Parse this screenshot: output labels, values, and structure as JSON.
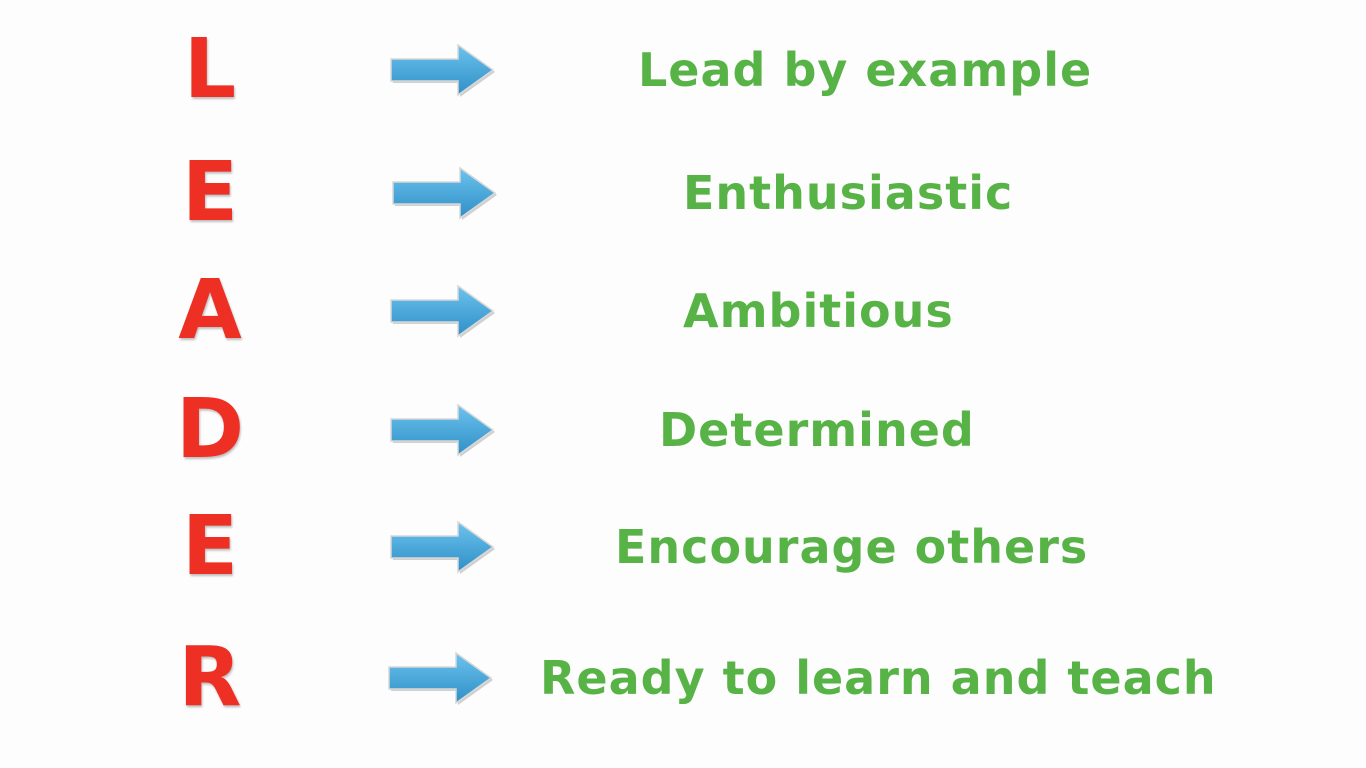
{
  "colors": {
    "letter": "#ee2f24",
    "phrase": "#58b347",
    "arrow_top": "#5ab8e6",
    "arrow_bottom": "#2f8fc6"
  },
  "acrostic": [
    {
      "letter": "L",
      "phrase": "Lead by  example",
      "arrow_icon": "right-arrow-icon"
    },
    {
      "letter": "E",
      "phrase": "Enthusiastic",
      "arrow_icon": "right-arrow-icon"
    },
    {
      "letter": "A",
      "phrase": "Ambitious",
      "arrow_icon": "right-arrow-icon"
    },
    {
      "letter": "D",
      "phrase": "Determined",
      "arrow_icon": "right-arrow-icon"
    },
    {
      "letter": "E",
      "phrase": "Encourage others",
      "arrow_icon": "right-arrow-icon"
    },
    {
      "letter": "R",
      "phrase": "Ready  to learn and teach",
      "arrow_icon": "right-arrow-icon"
    }
  ]
}
